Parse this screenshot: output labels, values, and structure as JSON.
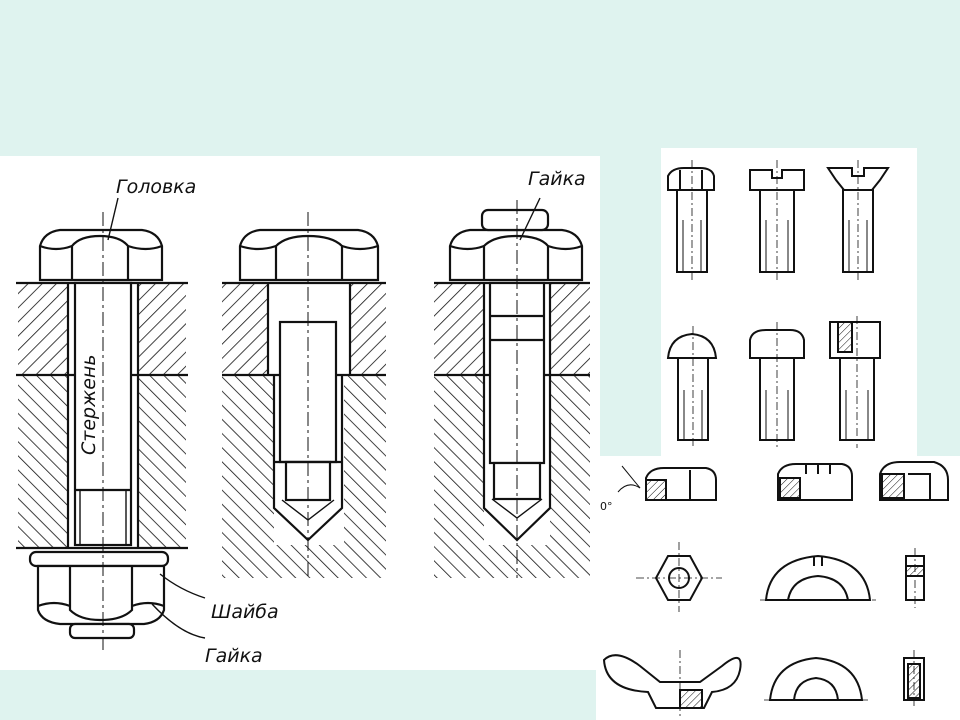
{
  "labels": {
    "head": "Головка",
    "shank": "Стержень",
    "washer": "Шайба",
    "nut_bottom": "Гайка",
    "nut_top": "Гайка"
  },
  "colors": {
    "background": "#dff3ef",
    "panel": "#ffffff",
    "ink": "#111111"
  }
}
